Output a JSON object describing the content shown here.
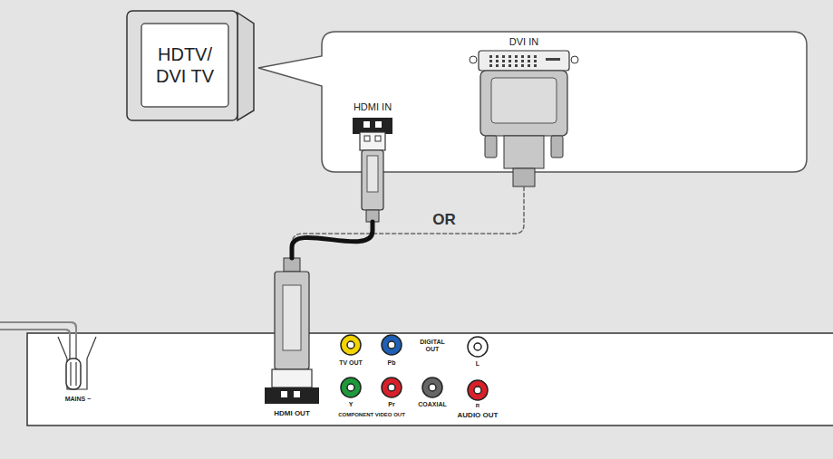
{
  "diagram": {
    "nodes": [
      {
        "text": [
          "HDTV/ DVI TV"
        ]
      },
      {
        "text": [
          "HDMI IN"
        ]
      },
      {
        "text": [
          "DVI IN"
        ]
      },
      {
        "text": [
          "HDMI OUT"
        ]
      }
    ],
    "edges": [
      {
        "from": 3,
        "to": 1,
        "arrow": "none"
      },
      {
        "from": 3,
        "to": 2,
        "label": "OR",
        "arrow": "none"
      }
    ],
    "labels": [
      "MAINS ~",
      "TV OUT",
      "Pb",
      "DIGITAL OUT",
      "L",
      "Y",
      "Pr",
      "COAXIAL",
      "R",
      "COMPONENT VIDEO OUT",
      "AUDIO OUT"
    ]
  }
}
